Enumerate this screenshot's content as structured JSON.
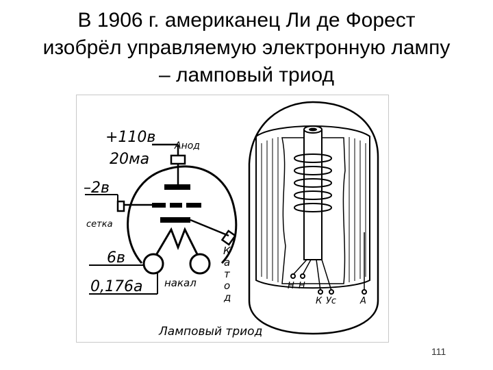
{
  "slide": {
    "title_lines": [
      "В 1906 г. американец Ли де Форест",
      "изобрёл управляемую электронную лампу",
      "– ламповый триод"
    ],
    "page_number": "111"
  },
  "figure": {
    "caption": "Ламповый триод",
    "schematic": {
      "anode_voltage": "+110в",
      "anode_current": "20ма",
      "anode_label": "Анод",
      "grid_voltage": "–2в",
      "grid_label": "сетка",
      "filament_voltage": "6в",
      "filament_current": "0,176а",
      "filament_label": "накал",
      "cathode_letters": [
        "К",
        "а",
        "т",
        "о",
        "д"
      ]
    },
    "cutaway": {
      "pin_labels_top": [
        "Н",
        "Н"
      ],
      "pin_labels_bottom": [
        "К",
        "Уc",
        "А"
      ]
    }
  }
}
